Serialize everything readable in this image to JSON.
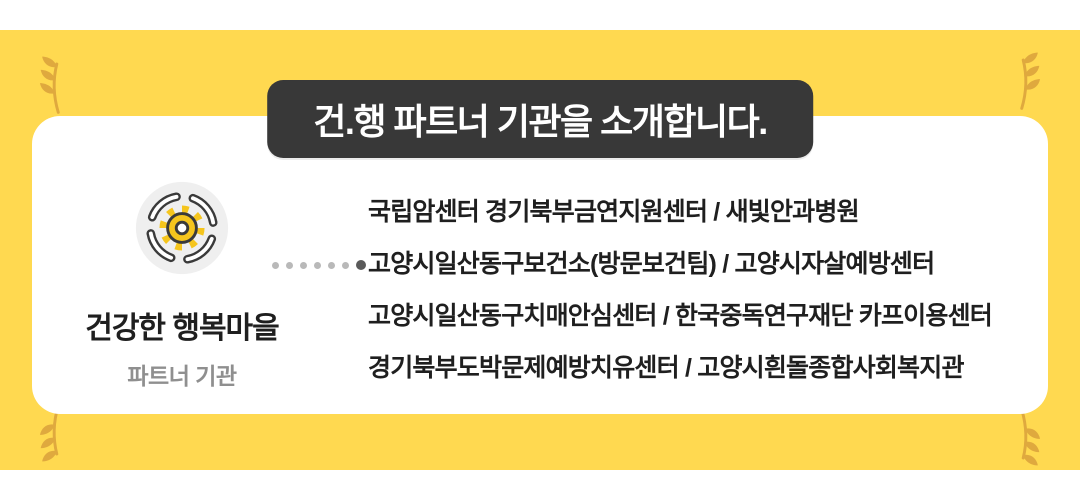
{
  "colors": {
    "yellow": "#FFD950",
    "banner": "#383838",
    "wheat": "#DFA93E",
    "gear": "#F5C51D",
    "text": "#1F1F1F",
    "muted": "#8F8F8F"
  },
  "banner": {
    "title": "건.행 파트너 기관을 소개합니다."
  },
  "partner": {
    "name": "건강한 행복마을",
    "subtitle": "파트너 기관",
    "icon": "hands-around-gear-icon"
  },
  "list": {
    "items": [
      "국립암센터 경기북부금연지원센터  /  새빛안과병원",
      "고양시일산동구보건소(방문보건팀) /  고양시자살예방센터",
      "고양시일산동구치매안심센터 / 한국중독연구재단 카프이용센터",
      "경기북부도박문제예방치유센터 / 고양시흰돌종합사회복지관"
    ]
  }
}
